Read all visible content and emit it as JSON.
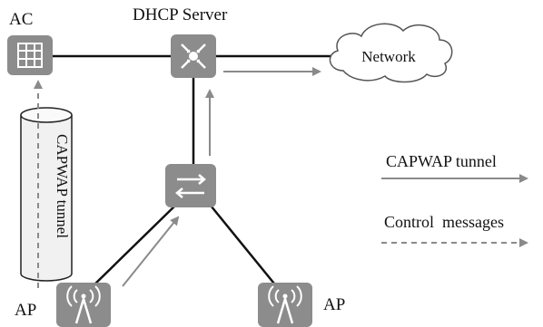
{
  "labels": {
    "ac": "AC",
    "dhcp_server": "DHCP Server",
    "network": "Network",
    "ap_left": "AP",
    "ap_right": "AP",
    "tunnel_text": "CAPWAP tunnel"
  },
  "legend": {
    "capwap": "CAPWAP tunnel",
    "control": "Control  messages"
  },
  "colors": {
    "device_fill": "#8c8c8c",
    "line": "#111111",
    "arrow": "#8a8a8a"
  },
  "icons": {
    "ac": "ac-icon",
    "dhcp": "router-icon",
    "switch": "switch-icon",
    "ap": "ap-icon",
    "network": "cloud-icon"
  }
}
